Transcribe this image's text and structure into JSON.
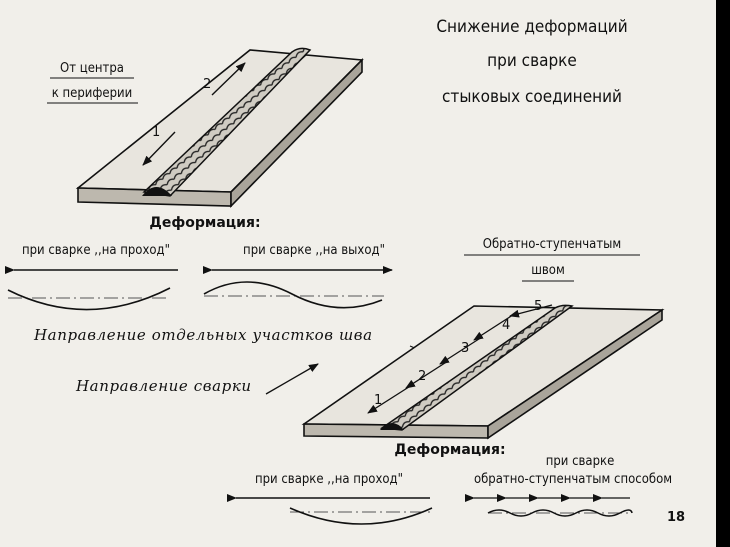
{
  "title": {
    "line1": "Снижение деформаций",
    "line2": "при сварке",
    "line3": "стыковых соединений"
  },
  "top_diagram": {
    "label_line1": "От центра",
    "label_line2": "к периферии",
    "pass_1": "1",
    "pass_2": "2",
    "deformation_heading": "Деформация:",
    "case_through": "при сварке ,,на проход\"",
    "case_outward": "при сварке ,,на выход\""
  },
  "bottom_diagram": {
    "label_line1": "Обратно-ступенчатым",
    "label_line2": "швом",
    "segment_direction": "Направление отдельных участков шва",
    "welding_direction": "Направление сварки",
    "segments": [
      "1",
      "2",
      "3",
      "4",
      "5"
    ],
    "deformation_heading": "Деформация:",
    "case_through": "при сварке ,,на проход\"",
    "case_backstep_line1": "при сварке",
    "case_backstep_line2": "обратно-ступенчатым способом"
  },
  "page_number": "18"
}
